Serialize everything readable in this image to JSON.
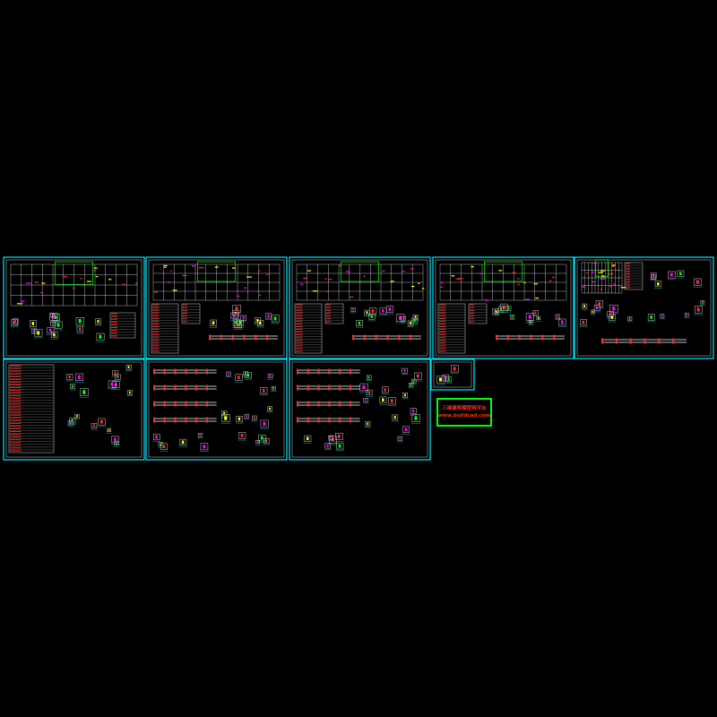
{
  "canvas": {
    "background": "#000000",
    "sheet_border_color": "#00e5ff",
    "linework_colors": [
      "#ffffff",
      "#00ffff",
      "#00ff00",
      "#ff2a2a",
      "#ffff00",
      "#ff00ff"
    ]
  },
  "sheets": [
    {
      "id": "sheet-1",
      "content": "foundation-plan-and-details"
    },
    {
      "id": "sheet-2",
      "content": "floor-plan-with-tables"
    },
    {
      "id": "sheet-3",
      "content": "floor-plan-with-tables"
    },
    {
      "id": "sheet-4",
      "content": "floor-plan-with-tables"
    },
    {
      "id": "sheet-5",
      "content": "roof-plan-and-details"
    },
    {
      "id": "sheet-6",
      "content": "schedule-table-and-details"
    },
    {
      "id": "sheet-7",
      "content": "beam-detail-sections"
    },
    {
      "id": "sheet-8",
      "content": "beam-detail-sections"
    },
    {
      "id": "sheet-9",
      "content": "small-detail-sheet"
    }
  ],
  "watermark": {
    "line1": "三维建筑模型网平台",
    "line2": "www.buildcad.com",
    "border_color": "#00ff00",
    "text_color": "#ff2d2d"
  }
}
